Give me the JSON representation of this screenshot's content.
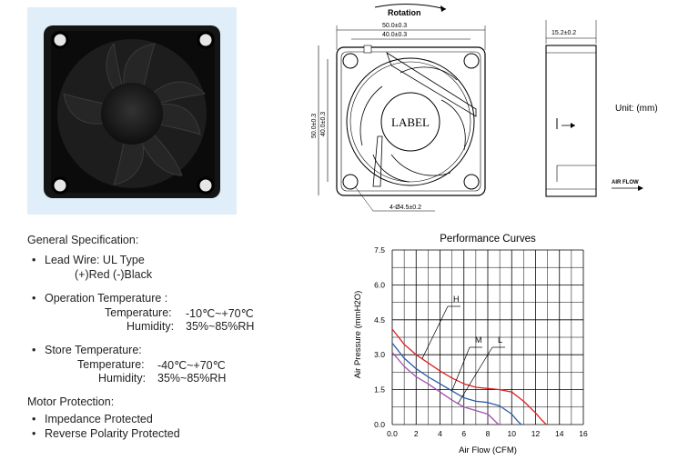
{
  "drawing": {
    "rotation_label": "Rotation",
    "dim_top_outer": "50.0±0.3",
    "dim_top_inner": "40.0±0.3",
    "dim_side_outer": "50.0±0.3",
    "dim_side_inner": "40.0±0.3",
    "dim_thickness": "15.2±0.2",
    "dim_hole": "4-Ø4.5±0.2",
    "label_text": "LABEL",
    "unit_text": "Unit: (mm)",
    "airflow_text": "AIR FLOW"
  },
  "spec": {
    "general_title": "General Specification:",
    "lead_wire_label": "Lead Wire: UL Type",
    "lead_wire_colors": "(+)Red (-)Black",
    "operation_title": "Operation Temperature :",
    "operation_temp_label": "Temperature:",
    "operation_temp_value": "-10℃~+70℃",
    "operation_humidity_label": "Humidity:",
    "operation_humidity_value": "35%~85%RH",
    "store_title": "Store Temperature:",
    "store_temp_label": "Temperature:",
    "store_temp_value": "-40℃~+70℃",
    "store_humidity_label": "Humidity:",
    "store_humidity_value": "35%~85%RH",
    "motor_title": "Motor Protection:",
    "motor_items": [
      "Impedance Protected",
      "Reverse Polarity Protected"
    ]
  },
  "chart_data": {
    "type": "line",
    "title": "Performance Curves",
    "xlabel": "Air Flow (CFM)",
    "ylabel": "Air Pressure (mmH2O)",
    "xlim": [
      0,
      16
    ],
    "ylim": [
      0,
      7.5
    ],
    "x_ticks": [
      "0.0",
      "2",
      "4",
      "6",
      "8",
      "10",
      "12",
      "14",
      "16"
    ],
    "y_ticks": [
      "0.0",
      "1.5",
      "3.0",
      "4.5",
      "6.0",
      "7.5"
    ],
    "grid": true,
    "series": [
      {
        "name": "H",
        "color": "#e02020",
        "x": [
          0,
          1,
          2,
          3,
          4,
          5,
          6,
          7,
          8,
          9,
          10,
          11,
          12,
          12.5,
          12.9
        ],
        "y": [
          4.1,
          3.45,
          3.0,
          2.65,
          2.3,
          2.0,
          1.75,
          1.6,
          1.55,
          1.5,
          1.4,
          1.0,
          0.5,
          0.2,
          0.0
        ]
      },
      {
        "name": "M",
        "color": "#2a5aa8",
        "x": [
          0,
          1,
          2,
          3,
          4,
          5,
          6,
          7,
          8,
          9,
          10,
          10.5,
          10.8
        ],
        "y": [
          3.5,
          2.85,
          2.4,
          2.05,
          1.75,
          1.45,
          1.15,
          1.0,
          0.95,
          0.8,
          0.45,
          0.15,
          0.0
        ]
      },
      {
        "name": "L",
        "color": "#a052b0",
        "x": [
          0,
          1,
          2,
          3,
          4,
          5,
          6,
          7,
          8,
          8.5,
          8.9
        ],
        "y": [
          3.1,
          2.5,
          2.05,
          1.75,
          1.4,
          1.05,
          0.75,
          0.6,
          0.45,
          0.2,
          0.0
        ]
      }
    ]
  }
}
